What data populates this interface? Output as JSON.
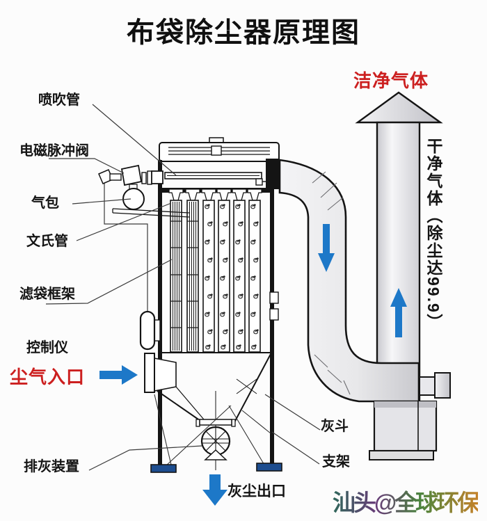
{
  "title": "布袋除尘器原理图",
  "labels": {
    "blow_pipe": "喷吹管",
    "pulse_valve": "电磁脉冲阀",
    "air_bag": "气包",
    "venturi": "文氏管",
    "bag_cage": "滤袋框架",
    "controller": "控制仪",
    "ash_discharge": "排灰装置"
  },
  "flow": {
    "dust_inlet": "尘气入口",
    "clean_gas": "洁净气体",
    "stack_note": "干净气体（除尘达99.9）",
    "hopper": "灰斗",
    "support": "支架",
    "dust_outlet": "灰尘出口"
  },
  "watermark": "汕头@全球环保",
  "colors": {
    "label_red": "#cc1f1f",
    "arrow_blue": "#1d78c8",
    "foot_navy": "#1d4d8f",
    "line_black": "#111111"
  }
}
